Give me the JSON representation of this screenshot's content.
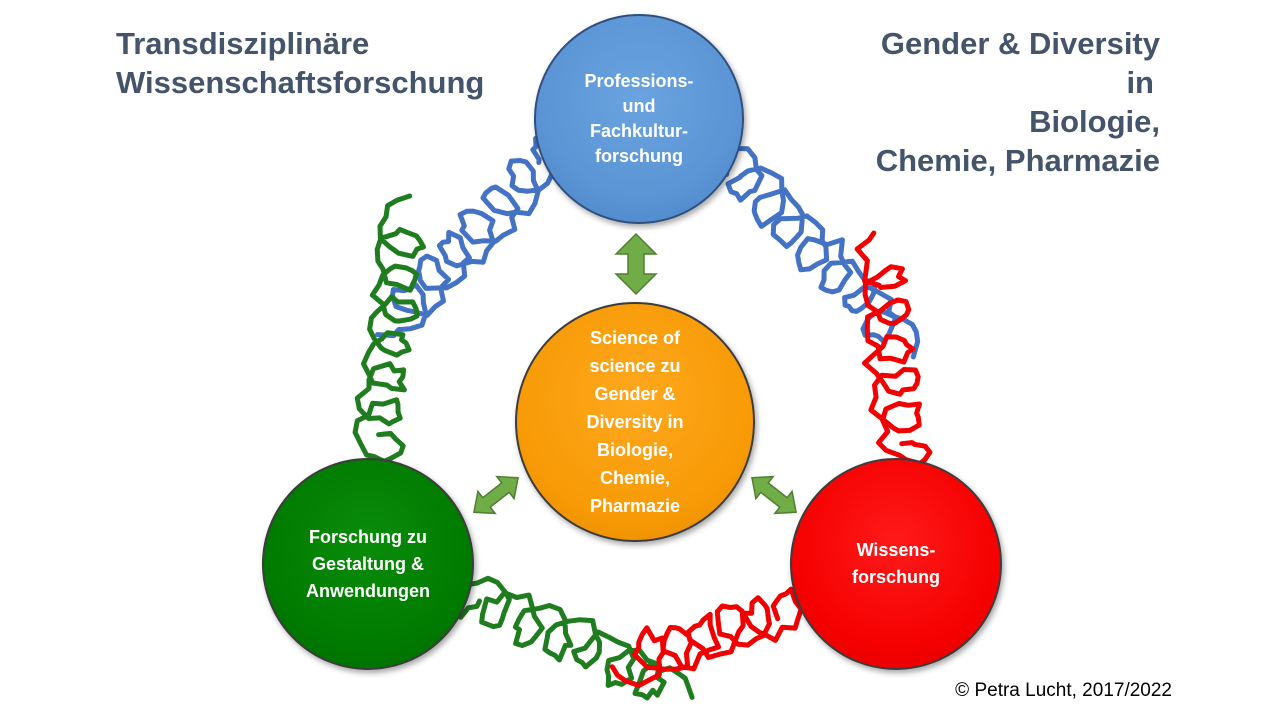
{
  "title_left": [
    "Transdisziplinäre",
    "Wissenschaftsforschung"
  ],
  "title_right": [
    "Gender & Diversity",
    "in",
    "Biologie,",
    "Chemie, Pharmazie"
  ],
  "circles": {
    "top": {
      "lines": [
        "Professions-",
        "und",
        "Fachkultur-",
        "forschung"
      ],
      "color": "#5b95d5"
    },
    "center": {
      "lines": [
        "Science of",
        "science zu",
        "Gender &",
        "Diversity in",
        "Biologie,",
        "Chemie,",
        "Pharmazie"
      ],
      "color": "#f79a05"
    },
    "left": {
      "lines": [
        "Forschung zu",
        "Gestaltung &",
        "Anwendungen"
      ],
      "color": "#007a00"
    },
    "right": {
      "lines": [
        "Wissens-",
        "forschung"
      ],
      "color": "#f50000"
    }
  },
  "colors": {
    "title": "#44546a",
    "arrow": "#70ad47",
    "scribble_blue": "#4472c4",
    "scribble_green": "#1f7d1f",
    "scribble_red": "#f00000"
  },
  "copyright": "© Petra Lucht, 2017/2022"
}
